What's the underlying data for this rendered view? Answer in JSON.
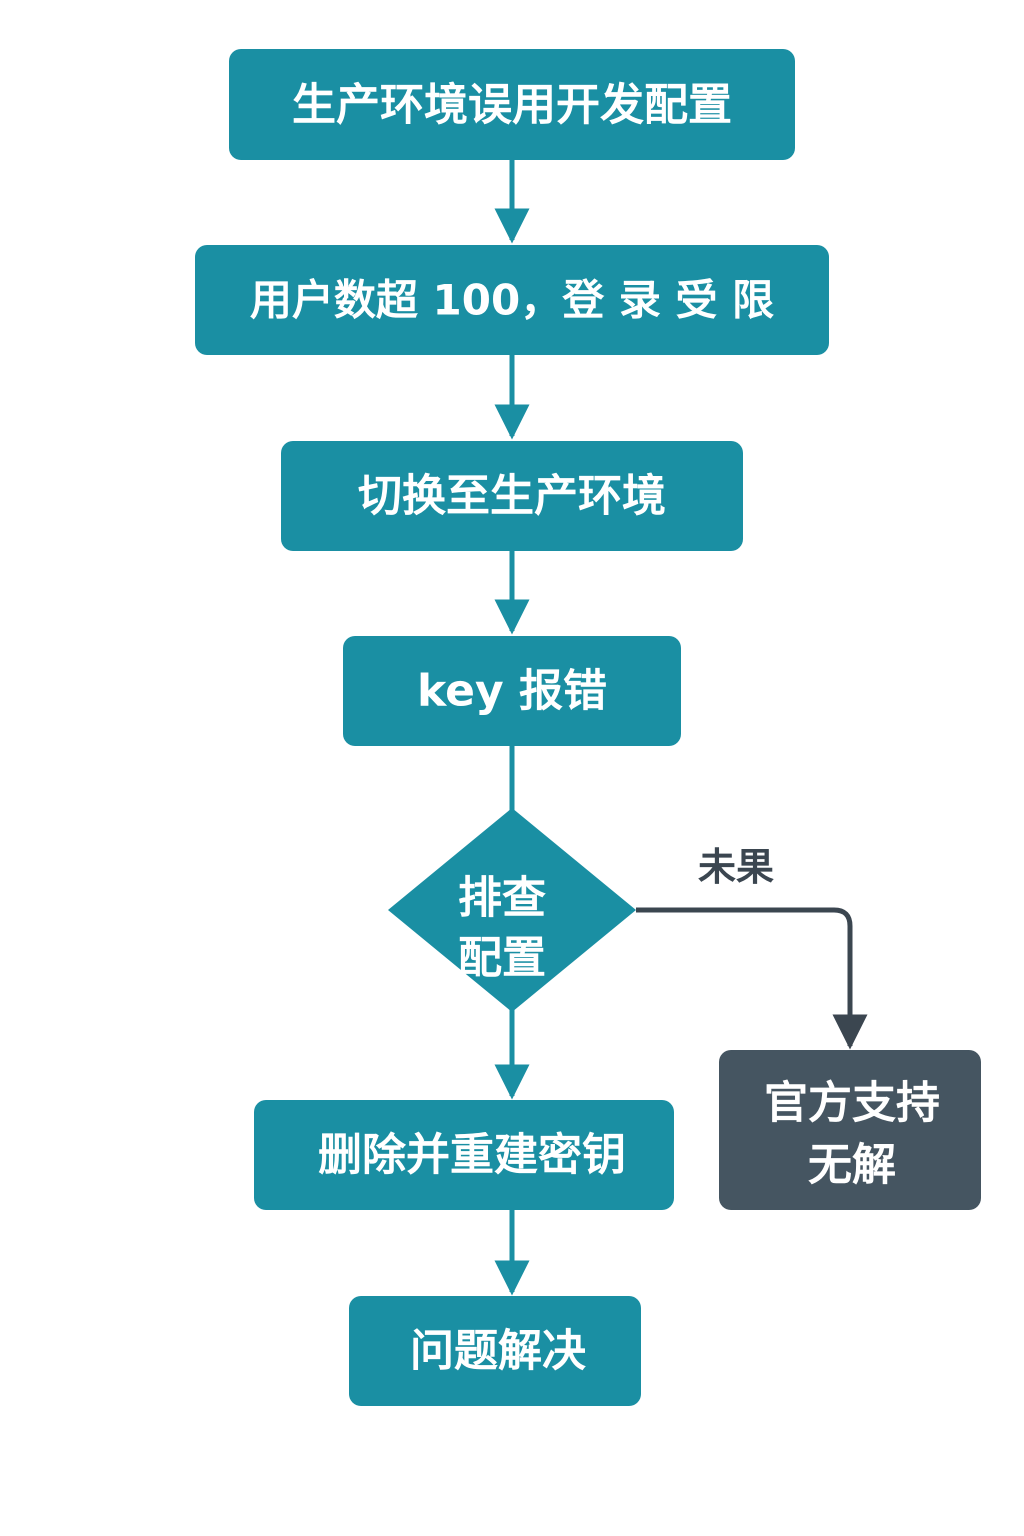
{
  "colors": {
    "teal": "#1a8fa3",
    "dark": "#455561",
    "arrow_teal": "#1a8fa3",
    "arrow_dark": "#3b4650",
    "text": "#ffffff",
    "edge_label": "#3b4650"
  },
  "nodes": {
    "dev_config": {
      "label": "生产环境误用开发配置"
    },
    "user_limit": {
      "label": "用户数超 100，登 录 受 限"
    },
    "switch_prod": {
      "label": "切换至生产环境"
    },
    "key_error": {
      "label": "key 报错"
    },
    "check_config": {
      "line1": "排查",
      "line2": "配置"
    },
    "rebuild_key": {
      "label": "删除并重建密钥"
    },
    "official_support": {
      "line1": "官方支持",
      "line2": "无解"
    },
    "resolved": {
      "label": "问题解决"
    }
  },
  "edges": {
    "no_result_label": "未果"
  }
}
